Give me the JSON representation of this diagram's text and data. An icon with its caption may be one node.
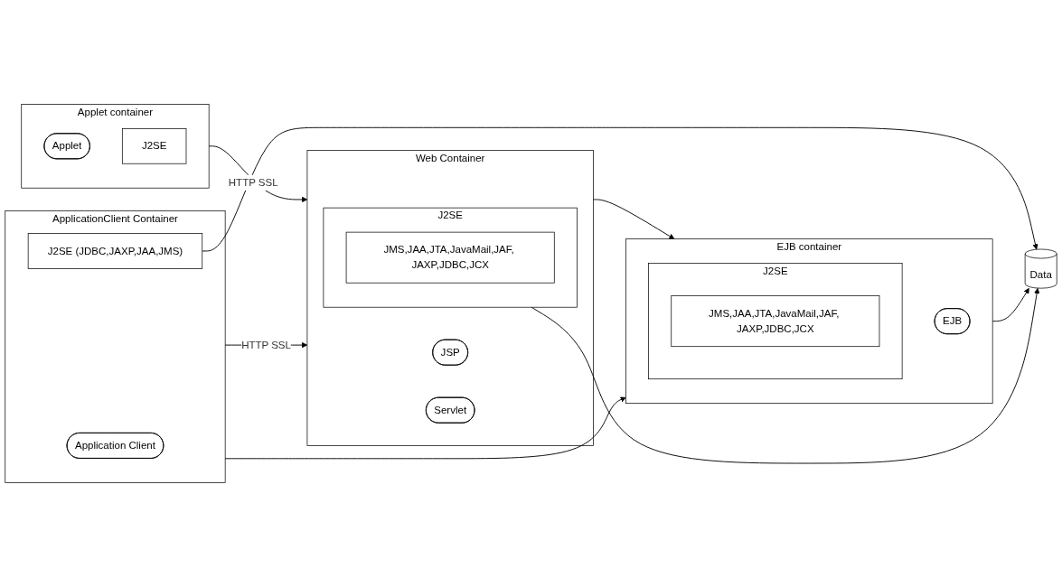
{
  "diagram": {
    "nodes": [
      {
        "text": [
          "Applet container"
        ]
      },
      {
        "text": [
          "Applet"
        ],
        "in": 0
      },
      {
        "text": [
          "J2SE"
        ],
        "in": 0
      },
      {
        "text": [
          "ApplicationClient Container"
        ]
      },
      {
        "text": [
          "Application Client"
        ],
        "in": 3
      },
      {
        "text": [
          "J2SE (JDBC,JAXP,JAA,JMS)"
        ],
        "in": 3
      },
      {
        "text": [
          "Web Container"
        ]
      },
      {
        "text": [
          "JSP"
        ],
        "in": 6
      },
      {
        "text": [
          "Servlet"
        ],
        "in": 6
      },
      {
        "text": [
          "J2SE"
        ],
        "in": 6
      },
      {
        "text": [
          "JMS,JAA,JTA,JavaMail,JAF, JAXP,JDBC,JCX"
        ],
        "in": 9
      },
      {
        "text": [
          "EJB container"
        ]
      },
      {
        "text": [
          "EJB"
        ],
        "in": 11
      },
      {
        "text": [
          "J2SE"
        ],
        "in": 11
      },
      {
        "text": [
          "JMS,JAA,JTA,JavaMail,JAF, JAXP,JDBC,JCX"
        ],
        "in": 13
      },
      {
        "text": [
          "Data"
        ]
      }
    ],
    "edges": [
      {
        "from": 0,
        "to": 6,
        "arrow": "to",
        "label": "HTTP SSL"
      },
      {
        "from": 3,
        "to": 6,
        "arrow": "to",
        "label": "HTTP SSL"
      },
      {
        "from": 6,
        "to": 11,
        "arrow": "to"
      },
      {
        "from": 3,
        "to": 11,
        "arrow": "to"
      },
      {
        "from": 11,
        "to": 15,
        "arrow": "to"
      },
      {
        "from": 9,
        "to": 15,
        "arrow": "to"
      },
      {
        "from": 5,
        "to": 15,
        "arrow": "to"
      }
    ]
  }
}
